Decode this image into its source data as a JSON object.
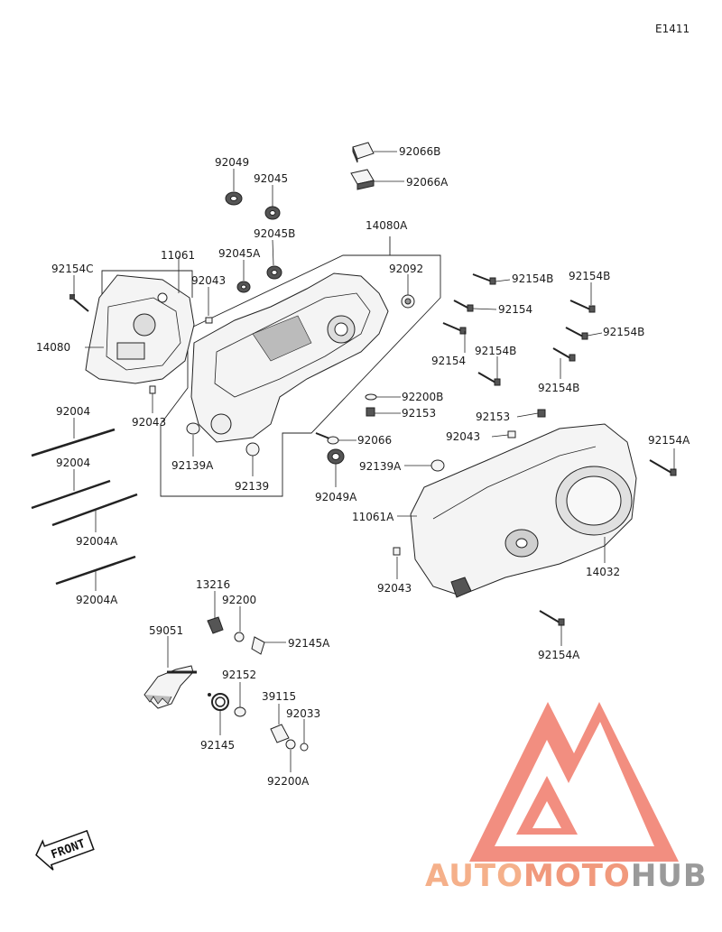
{
  "diagram_code": "E1411",
  "parts": [
    {
      "id": "p-92066b",
      "label": "92066B"
    },
    {
      "id": "p-92066a",
      "label": "92066A"
    },
    {
      "id": "p-92049",
      "label": "92049"
    },
    {
      "id": "p-92045",
      "label": "92045"
    },
    {
      "id": "p-92045b",
      "label": "92045B"
    },
    {
      "id": "p-14080a",
      "label": "14080A"
    },
    {
      "id": "p-11061",
      "label": "11061"
    },
    {
      "id": "p-92045a",
      "label": "92045A"
    },
    {
      "id": "p-92154c",
      "label": "92154C"
    },
    {
      "id": "p-92043-top",
      "label": "92043"
    },
    {
      "id": "p-92092",
      "label": "92092"
    },
    {
      "id": "p-92154b-1",
      "label": "92154B"
    },
    {
      "id": "p-92154b-2",
      "label": "92154B"
    },
    {
      "id": "p-92154-1",
      "label": "92154"
    },
    {
      "id": "p-92154b-3",
      "label": "92154B"
    },
    {
      "id": "p-14080",
      "label": "14080"
    },
    {
      "id": "p-92154-2",
      "label": "92154"
    },
    {
      "id": "p-92154b-4",
      "label": "92154B"
    },
    {
      "id": "p-92154b-5",
      "label": "92154B"
    },
    {
      "id": "p-92200b",
      "label": "92200B"
    },
    {
      "id": "p-92004-1",
      "label": "92004"
    },
    {
      "id": "p-92153-1",
      "label": "92153"
    },
    {
      "id": "p-92153-2",
      "label": "92153"
    },
    {
      "id": "p-92043-left",
      "label": "92043"
    },
    {
      "id": "p-92066",
      "label": "92066"
    },
    {
      "id": "p-92043-right",
      "label": "92043"
    },
    {
      "id": "p-92154a-1",
      "label": "92154A"
    },
    {
      "id": "p-92004-2",
      "label": "92004"
    },
    {
      "id": "p-92139a-1",
      "label": "92139A"
    },
    {
      "id": "p-92139a-2",
      "label": "92139A"
    },
    {
      "id": "p-92139",
      "label": "92139"
    },
    {
      "id": "p-92049a",
      "label": "92049A"
    },
    {
      "id": "p-11061a",
      "label": "11061A"
    },
    {
      "id": "p-92004a-1",
      "label": "92004A"
    },
    {
      "id": "p-14032",
      "label": "14032"
    },
    {
      "id": "p-92043-bottom",
      "label": "92043"
    },
    {
      "id": "p-13216",
      "label": "13216"
    },
    {
      "id": "p-92004a-2",
      "label": "92004A"
    },
    {
      "id": "p-92200",
      "label": "92200"
    },
    {
      "id": "p-59051",
      "label": "59051"
    },
    {
      "id": "p-92145a",
      "label": "92145A"
    },
    {
      "id": "p-92154a-2",
      "label": "92154A"
    },
    {
      "id": "p-92152",
      "label": "92152"
    },
    {
      "id": "p-39115",
      "label": "39115"
    },
    {
      "id": "p-92033",
      "label": "92033"
    },
    {
      "id": "p-92145",
      "label": "92145"
    },
    {
      "id": "p-92200a",
      "label": "92200A"
    }
  ],
  "front_badge": "FRONT",
  "watermark": {
    "part1": "AUTO",
    "part2": "MOTO",
    "part3": "HUB"
  },
  "colors": {
    "watermark_red": "#f07a6a",
    "watermark_orange": "#f5b08a",
    "watermark_gray": "#9a9a9a",
    "line": "#222222"
  }
}
